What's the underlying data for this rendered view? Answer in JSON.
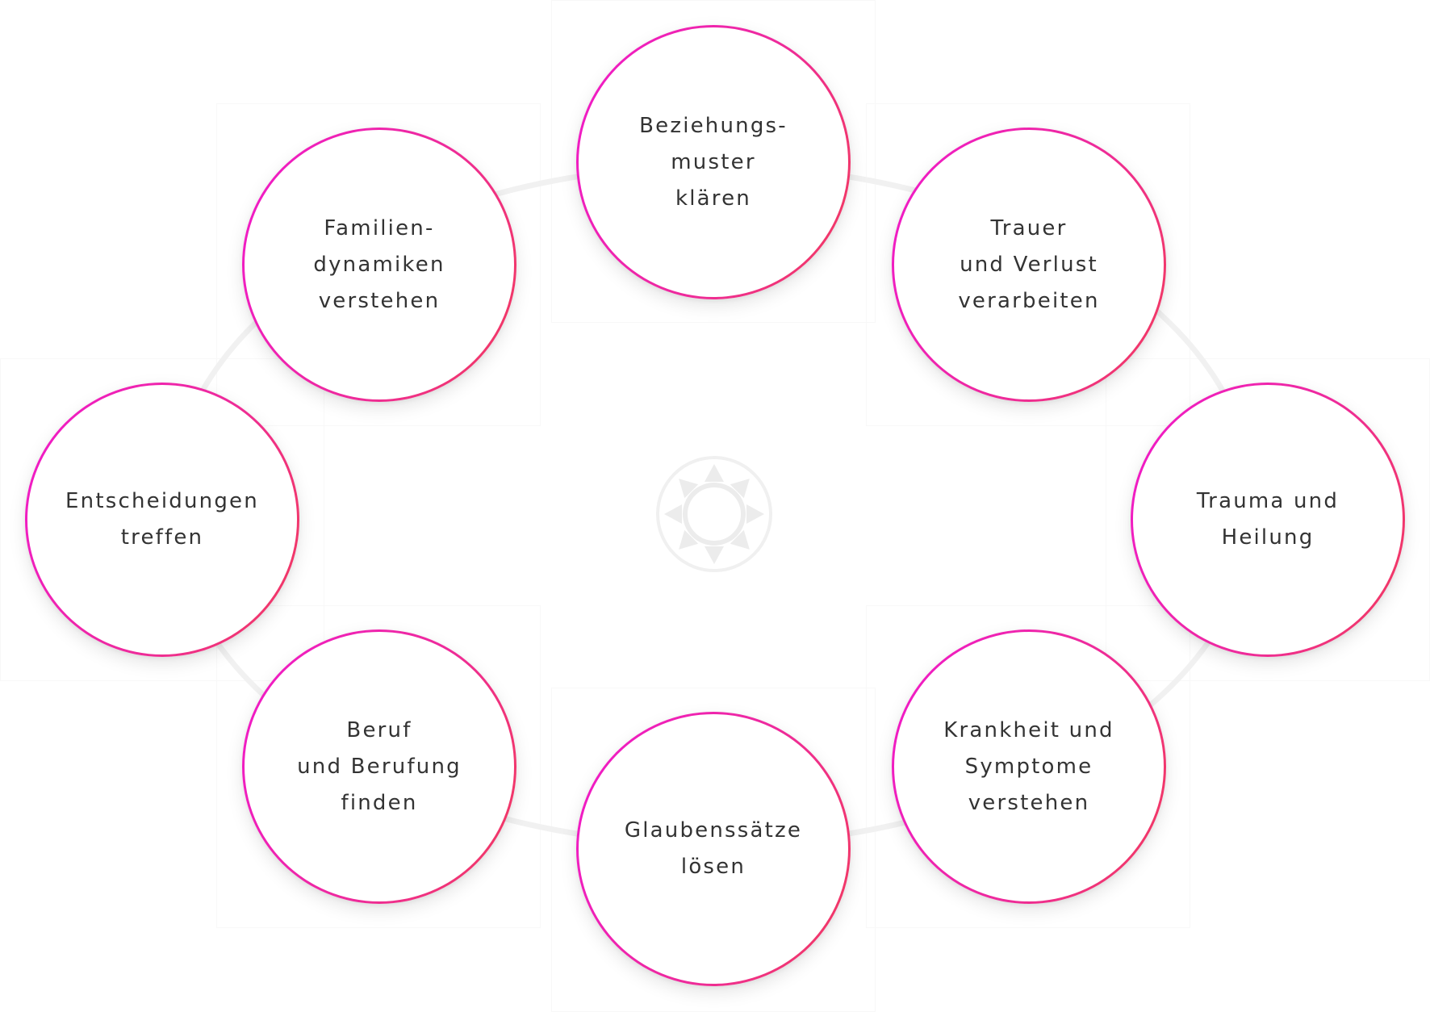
{
  "diagram": {
    "nodes": [
      {
        "id": "beziehungsmuster",
        "label": "Beziehungs-\nmuster\nklären"
      },
      {
        "id": "trauer",
        "label": "Trauer\nund Verlust\nverarbeiten"
      },
      {
        "id": "trauma",
        "label": "Trauma und\nHeilung"
      },
      {
        "id": "krankheit",
        "label": "Krankheit und\nSymptome\nverstehen"
      },
      {
        "id": "glaubenssaetze",
        "label": "Glaubenssätze\nlösen"
      },
      {
        "id": "beruf",
        "label": "Beruf\nund Berufung\nfinden"
      },
      {
        "id": "entscheidungen",
        "label": "Entscheidungen\ntreffen"
      },
      {
        "id": "familiendynamiken",
        "label": "Familien-\ndynamiken\nverstehen"
      }
    ],
    "center_icon": "sun-icon",
    "colors": {
      "ring_gradient_start": "#f019cc",
      "ring_gradient_end": "#f23b5a",
      "label": "#333333",
      "connector": "#f1f1f1",
      "emblem": "#ebebeb"
    }
  }
}
